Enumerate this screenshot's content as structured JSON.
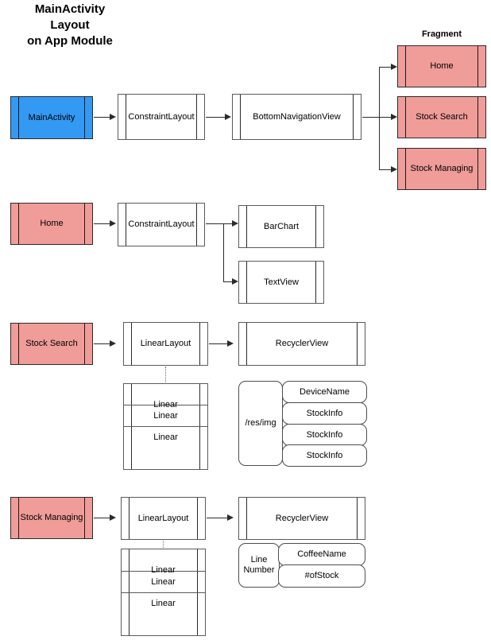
{
  "diagram": {
    "title": "MainActivity\nLayout\non App Module",
    "captions": {
      "fragment": "Fragment"
    },
    "colors": {
      "activity_fill": "#3399f3",
      "fragment_fill": "#f09c99",
      "box_fill": "#ffffff",
      "stroke": "#2b2b2b",
      "light_stroke": "#5a5a5a",
      "dash_stroke": "#6f6f6f",
      "text": "#000000",
      "background": "#ffffff"
    },
    "rows": [
      {
        "id": "row-main-activity",
        "nodes": {
          "activity": "MainActivity",
          "layout": "ConstraintLayout",
          "nav": "BottomNavigationView",
          "fragments": [
            "Home",
            "Stock Search",
            "Stock Managing"
          ]
        }
      },
      {
        "id": "row-home",
        "nodes": {
          "fragment": "Home",
          "layout": "ConstraintLayout",
          "children": [
            "BarChart",
            "TextView"
          ]
        }
      },
      {
        "id": "row-stock-search",
        "nodes": {
          "fragment": "Stock Search",
          "layout": "LinearLayout",
          "list": "RecyclerView",
          "linear_stack": [
            "Linear",
            "Linear",
            "Linear"
          ],
          "item_image": "/res/img",
          "item_fields": [
            "DeviceName",
            "StockInfo",
            "StockInfo",
            "StockInfo"
          ]
        }
      },
      {
        "id": "row-stock-managing",
        "nodes": {
          "fragment": "Stock Managing",
          "layout": "LinearLayout",
          "list": "RecyclerView",
          "linear_stack": [
            "Linear",
            "Linear",
            "Linear"
          ],
          "item_image": "Line\nNumber",
          "item_fields": [
            "CoffeeName",
            "#ofStock"
          ]
        }
      }
    ]
  }
}
